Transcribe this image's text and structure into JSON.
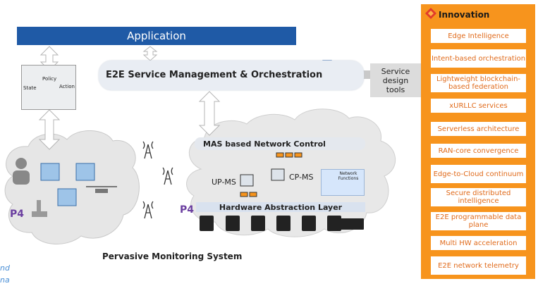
{
  "application": {
    "label": "Application"
  },
  "orchestration": {
    "title": "E2E  Service Management & Orchestration"
  },
  "service_design": {
    "label": "Service design tools"
  },
  "policy_loop": {
    "policy": "Policy",
    "state": "State",
    "action": "Action"
  },
  "network_control": {
    "title": "MAS based Network Control",
    "up_ms": "UP-MS",
    "cp_ms": "CP-MS",
    "network_functions": "Network Functions",
    "hal": "Hardware Abstraction Layer"
  },
  "hardware_icons": [
    {
      "name": "cpu-chip-icon",
      "label": ""
    },
    {
      "name": "fpga-icon",
      "label": ""
    },
    {
      "name": "cpu-icon",
      "label": ""
    },
    {
      "name": "gpu-icon",
      "label": ""
    },
    {
      "name": "asic-icon",
      "label": ""
    },
    {
      "name": "p4-switch-icon",
      "label": ""
    },
    {
      "name": "smartnic-icon",
      "label": ""
    }
  ],
  "monitoring": {
    "title": "Pervasive Monitoring System"
  },
  "cut_off_text": {
    "line1": "nd",
    "line2": "na"
  },
  "innovation": {
    "title": "Innovation",
    "items": [
      "Edge Intelligence",
      "Intent-based orchestration",
      "Lightweight blockchain-based federation",
      "xURLLC services",
      "Serverless architecture",
      "RAN-core convergence",
      "Edge-to-Cloud continuum",
      "Secure distributed intelligence",
      "E2E programmable data plane",
      "Multi HW acceleration",
      "E2E network telemetry"
    ]
  },
  "colors": {
    "application_bar": "#1f5aa6",
    "innovation_panel": "#f7941d",
    "innovation_text": "#e06a1a"
  }
}
